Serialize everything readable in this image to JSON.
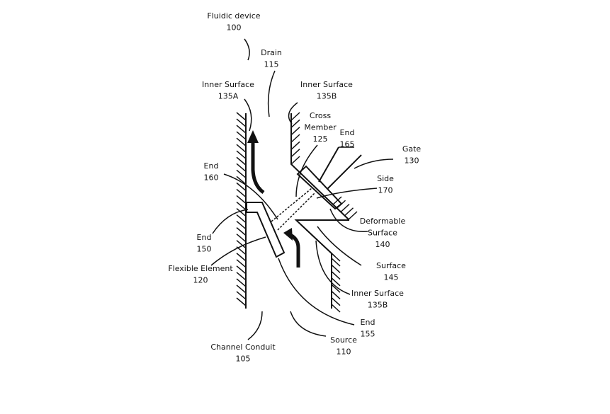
{
  "labels": {
    "fluidic_device": [
      "Fluidic device",
      "100"
    ],
    "drain": [
      "Drain",
      "115"
    ],
    "inner_surface_a": [
      "Inner Surface",
      "135A"
    ],
    "inner_surface_b_top": [
      "Inner Surface",
      "135B"
    ],
    "cross_member": [
      "Cross",
      "Member",
      "125"
    ],
    "end_165": [
      "End",
      "165"
    ],
    "gate": [
      "Gate",
      "130"
    ],
    "end_160": [
      "End",
      "160"
    ],
    "side": [
      "Side",
      "170"
    ],
    "deformable_surface": [
      "Deformable",
      "Surface",
      "140"
    ],
    "end_150": [
      "End",
      "150"
    ],
    "flexible_element": [
      "Flexible Element",
      "120"
    ],
    "surface": [
      "Surface",
      "145"
    ],
    "inner_surface_b_bottom": [
      "Inner Surface",
      "135B"
    ],
    "end_155": [
      "End",
      "155"
    ],
    "source": [
      "Source",
      "110"
    ],
    "channel_conduit": [
      "Channel Conduit",
      "105"
    ]
  }
}
